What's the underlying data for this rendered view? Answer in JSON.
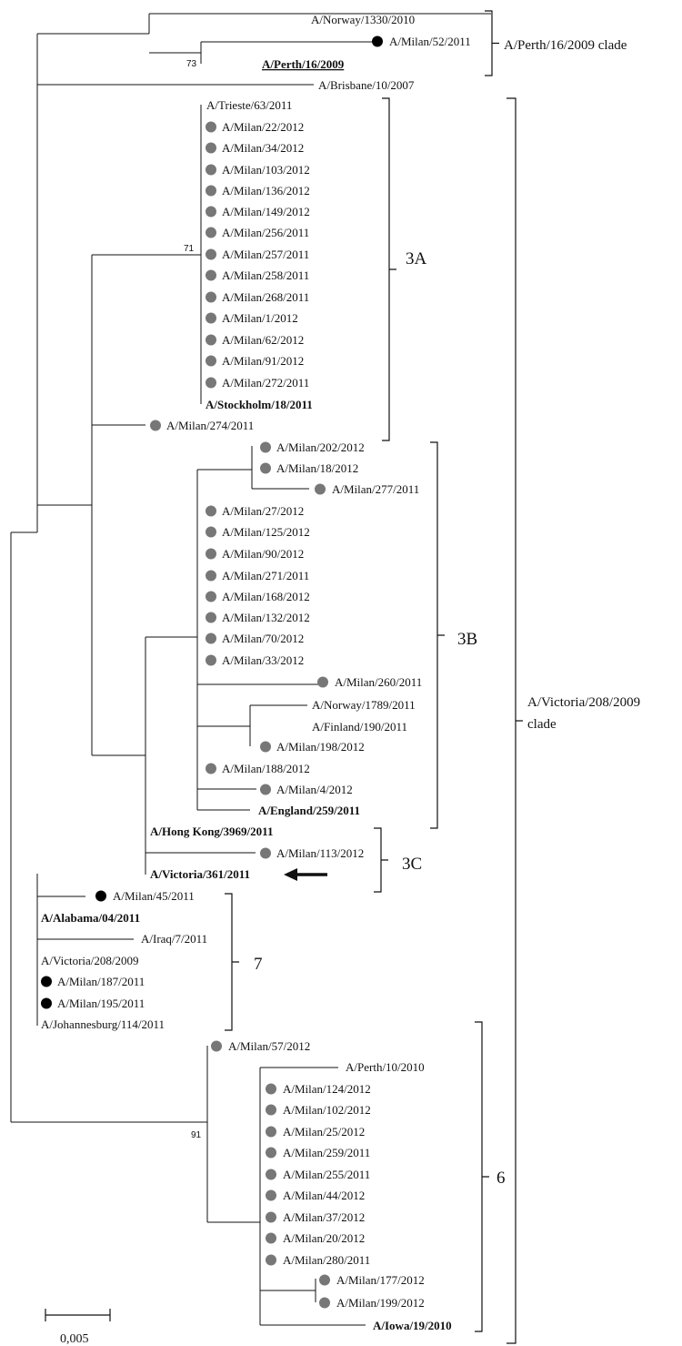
{
  "chart_data": {
    "type": "phylogenetic-tree",
    "scale_bar": {
      "label": "0,005"
    },
    "marker_colors": {
      "grey": "#777777",
      "black": "#000000"
    },
    "taxa": [
      {
        "id": "norway1330",
        "label": "A/Norway/1330/2010"
      },
      {
        "id": "milan52",
        "label": "A/Milan/52/2011",
        "marker": "black"
      },
      {
        "id": "perth16",
        "label": "A/Perth/16/2009",
        "bold": true,
        "underline": true
      },
      {
        "id": "brisbane10",
        "label": "A/Brisbane/10/2007"
      },
      {
        "id": "trieste63",
        "label": "A/Trieste/63/2011"
      },
      {
        "id": "milan22",
        "label": "A/Milan/22/2012",
        "marker": "grey"
      },
      {
        "id": "milan34",
        "label": "A/Milan/34/2012",
        "marker": "grey"
      },
      {
        "id": "milan103",
        "label": "A/Milan/103/2012",
        "marker": "grey"
      },
      {
        "id": "milan136",
        "label": "A/Milan/136/2012",
        "marker": "grey"
      },
      {
        "id": "milan149",
        "label": "A/Milan/149/2012",
        "marker": "grey"
      },
      {
        "id": "milan256",
        "label": "A/Milan/256/2011",
        "marker": "grey"
      },
      {
        "id": "milan257",
        "label": "A/Milan/257/2011",
        "marker": "grey"
      },
      {
        "id": "milan258",
        "label": "A/Milan/258/2011",
        "marker": "grey"
      },
      {
        "id": "milan268",
        "label": "A/Milan/268/2011",
        "marker": "grey"
      },
      {
        "id": "milan1",
        "label": "A/Milan/1/2012",
        "marker": "grey"
      },
      {
        "id": "milan62",
        "label": "A/Milan/62/2012",
        "marker": "grey"
      },
      {
        "id": "milan91",
        "label": "A/Milan/91/2012",
        "marker": "grey"
      },
      {
        "id": "milan272",
        "label": "A/Milan/272/2011",
        "marker": "grey"
      },
      {
        "id": "stockholm18",
        "label": "A/Stockholm/18/2011",
        "bold": true
      },
      {
        "id": "milan274",
        "label": "A/Milan/274/2011",
        "marker": "grey"
      },
      {
        "id": "milan202",
        "label": "A/Milan/202/2012",
        "marker": "grey"
      },
      {
        "id": "milan18",
        "label": "A/Milan/18/2012",
        "marker": "grey"
      },
      {
        "id": "milan277",
        "label": "A/Milan/277/2011",
        "marker": "grey"
      },
      {
        "id": "milan27",
        "label": "A/Milan/27/2012",
        "marker": "grey"
      },
      {
        "id": "milan125",
        "label": "A/Milan/125/2012",
        "marker": "grey"
      },
      {
        "id": "milan90",
        "label": "A/Milan/90/2012",
        "marker": "grey"
      },
      {
        "id": "milan271",
        "label": "A/Milan/271/2011",
        "marker": "grey"
      },
      {
        "id": "milan168",
        "label": "A/Milan/168/2012",
        "marker": "grey"
      },
      {
        "id": "milan132",
        "label": "A/Milan/132/2012",
        "marker": "grey"
      },
      {
        "id": "milan70",
        "label": "A/Milan/70/2012",
        "marker": "grey"
      },
      {
        "id": "milan33",
        "label": "A/Milan/33/2012",
        "marker": "grey"
      },
      {
        "id": "milan260",
        "label": "A/Milan/260/2011",
        "marker": "grey"
      },
      {
        "id": "norway1789",
        "label": "A/Norway/1789/2011"
      },
      {
        "id": "finland190",
        "label": "A/Finland/190/2011"
      },
      {
        "id": "milan198",
        "label": "A/Milan/198/2012",
        "marker": "grey"
      },
      {
        "id": "milan188",
        "label": "A/Milan/188/2012",
        "marker": "grey"
      },
      {
        "id": "milan4",
        "label": "A/Milan/4/2012",
        "marker": "grey"
      },
      {
        "id": "england259",
        "label": "A/England/259/2011",
        "bold": true
      },
      {
        "id": "hongkong3969",
        "label": "A/Hong Kong/3969/2011",
        "bold": true
      },
      {
        "id": "milan113",
        "label": "A/Milan/113/2012",
        "marker": "grey"
      },
      {
        "id": "victoria361",
        "label": "A/Victoria/361/2011",
        "bold": true
      },
      {
        "id": "milan45",
        "label": "A/Milan/45/2011",
        "marker": "black"
      },
      {
        "id": "alabama04",
        "label": "A/Alabama/04/2011",
        "bold": true
      },
      {
        "id": "iraq7",
        "label": "A/Iraq/7/2011"
      },
      {
        "id": "victoria208",
        "label": "A/Victoria/208/2009"
      },
      {
        "id": "milan187",
        "label": "A/Milan/187/2011",
        "marker": "black"
      },
      {
        "id": "milan195",
        "label": "A/Milan/195/2011",
        "marker": "black"
      },
      {
        "id": "johannesburg114",
        "label": "A/Johannesburg/114/2011"
      },
      {
        "id": "milan57",
        "label": "A/Milan/57/2012",
        "marker": "grey"
      },
      {
        "id": "perth10",
        "label": "A/Perth/10/2010"
      },
      {
        "id": "milan124",
        "label": "A/Milan/124/2012",
        "marker": "grey"
      },
      {
        "id": "milan102",
        "label": "A/Milan/102/2012",
        "marker": "grey"
      },
      {
        "id": "milan25",
        "label": "A/Milan/25/2012",
        "marker": "grey"
      },
      {
        "id": "milan259",
        "label": "A/Milan/259/2011",
        "marker": "grey"
      },
      {
        "id": "milan255",
        "label": "A/Milan/255/2011",
        "marker": "grey"
      },
      {
        "id": "milan44",
        "label": "A/Milan/44/2012",
        "marker": "grey"
      },
      {
        "id": "milan37",
        "label": "A/Milan/37/2012",
        "marker": "grey"
      },
      {
        "id": "milan20",
        "label": "A/Milan/20/2012",
        "marker": "grey"
      },
      {
        "id": "milan280",
        "label": "A/Milan/280/2011",
        "marker": "grey"
      },
      {
        "id": "milan177",
        "label": "A/Milan/177/2012",
        "marker": "grey"
      },
      {
        "id": "milan199",
        "label": "A/Milan/199/2012",
        "marker": "grey"
      },
      {
        "id": "iowa19",
        "label": "A/Iowa/19/2010",
        "bold": true
      }
    ],
    "bootstrap": [
      {
        "id": "perth-node",
        "value": "73"
      },
      {
        "id": "3a-node",
        "value": "71"
      },
      {
        "id": "6-node",
        "value": "91"
      }
    ],
    "clades": [
      {
        "id": "perth16",
        "label": "A/Perth/16/2009 clade"
      },
      {
        "id": "3a",
        "label": "3A"
      },
      {
        "id": "3b",
        "label": "3B"
      },
      {
        "id": "3c",
        "label": "3C"
      },
      {
        "id": "7",
        "label": "7"
      },
      {
        "id": "6",
        "label": "6"
      },
      {
        "id": "victoria208",
        "label_lines": [
          "A/Victoria/208/2009",
          "clade"
        ]
      }
    ],
    "reference_arrow_target": "A/Victoria/361/2011"
  }
}
